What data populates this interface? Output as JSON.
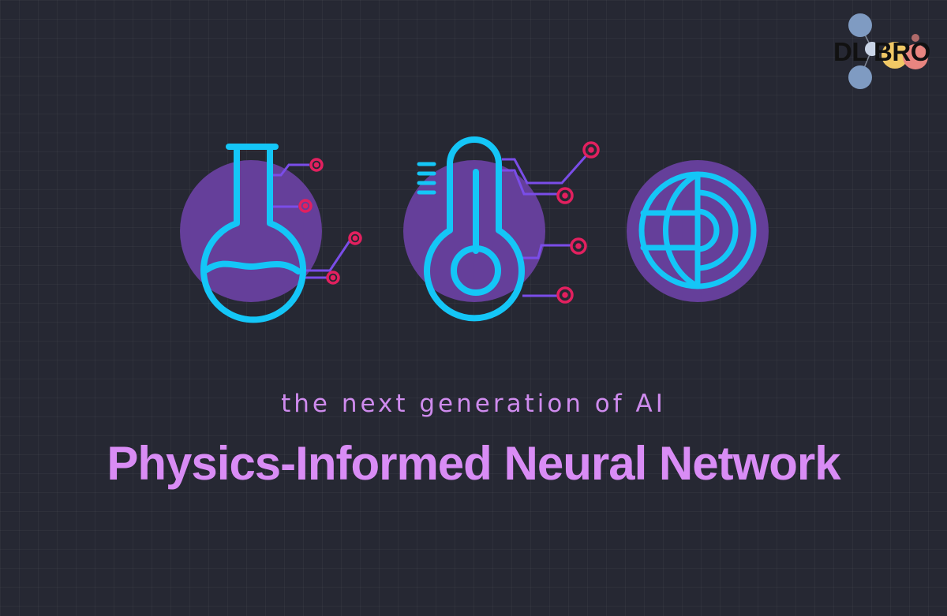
{
  "logo": {
    "text": "DL BRO"
  },
  "tagline": "the next generation of AI",
  "headline": "Physics-Informed Neural Network",
  "icons": [
    {
      "name": "flask-icon"
    },
    {
      "name": "thermometer-icon"
    },
    {
      "name": "globe-icon"
    }
  ],
  "colors": {
    "background": "#262833",
    "icon_line": "#14c6f7",
    "icon_disc": "#653f9a",
    "circuit_line": "#7a4de8",
    "circuit_node": "#e2205f",
    "text": "#d98cf5"
  }
}
